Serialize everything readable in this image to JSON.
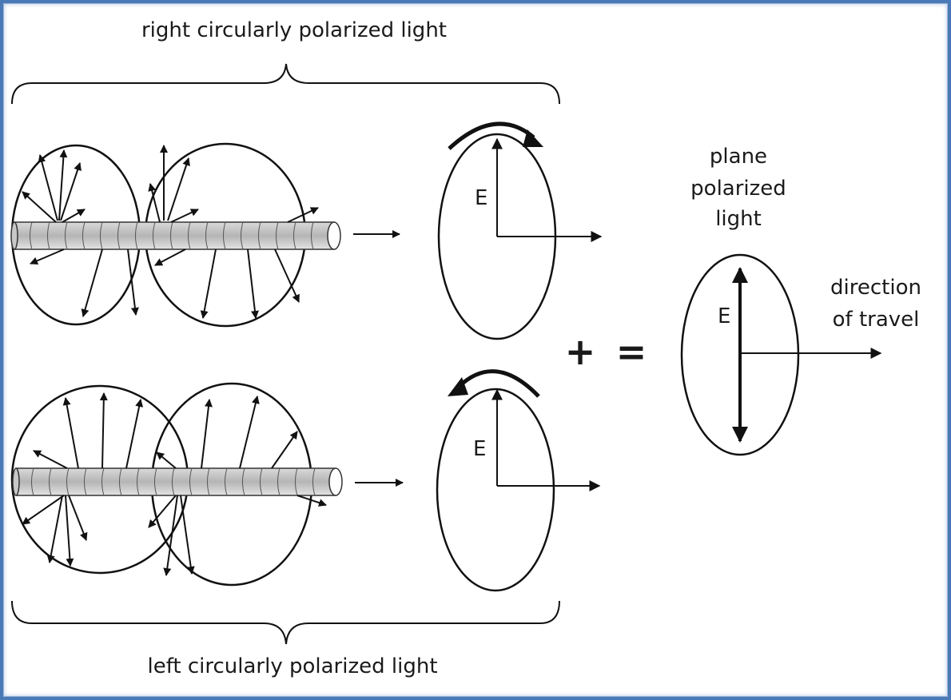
{
  "labels": {
    "top_caption": "right circularly polarized light",
    "bottom_caption": "left circularly polarized light",
    "e_upper": "E",
    "e_lower": "E",
    "e_result": "E",
    "plus": "+",
    "equals": "=",
    "result_line1": "plane",
    "result_line2": "polarized",
    "result_line3": "light",
    "direction_line1": "direction",
    "direction_line2": "of travel"
  },
  "colors": {
    "frame": "#4a7ab5",
    "ink": "#111111"
  }
}
